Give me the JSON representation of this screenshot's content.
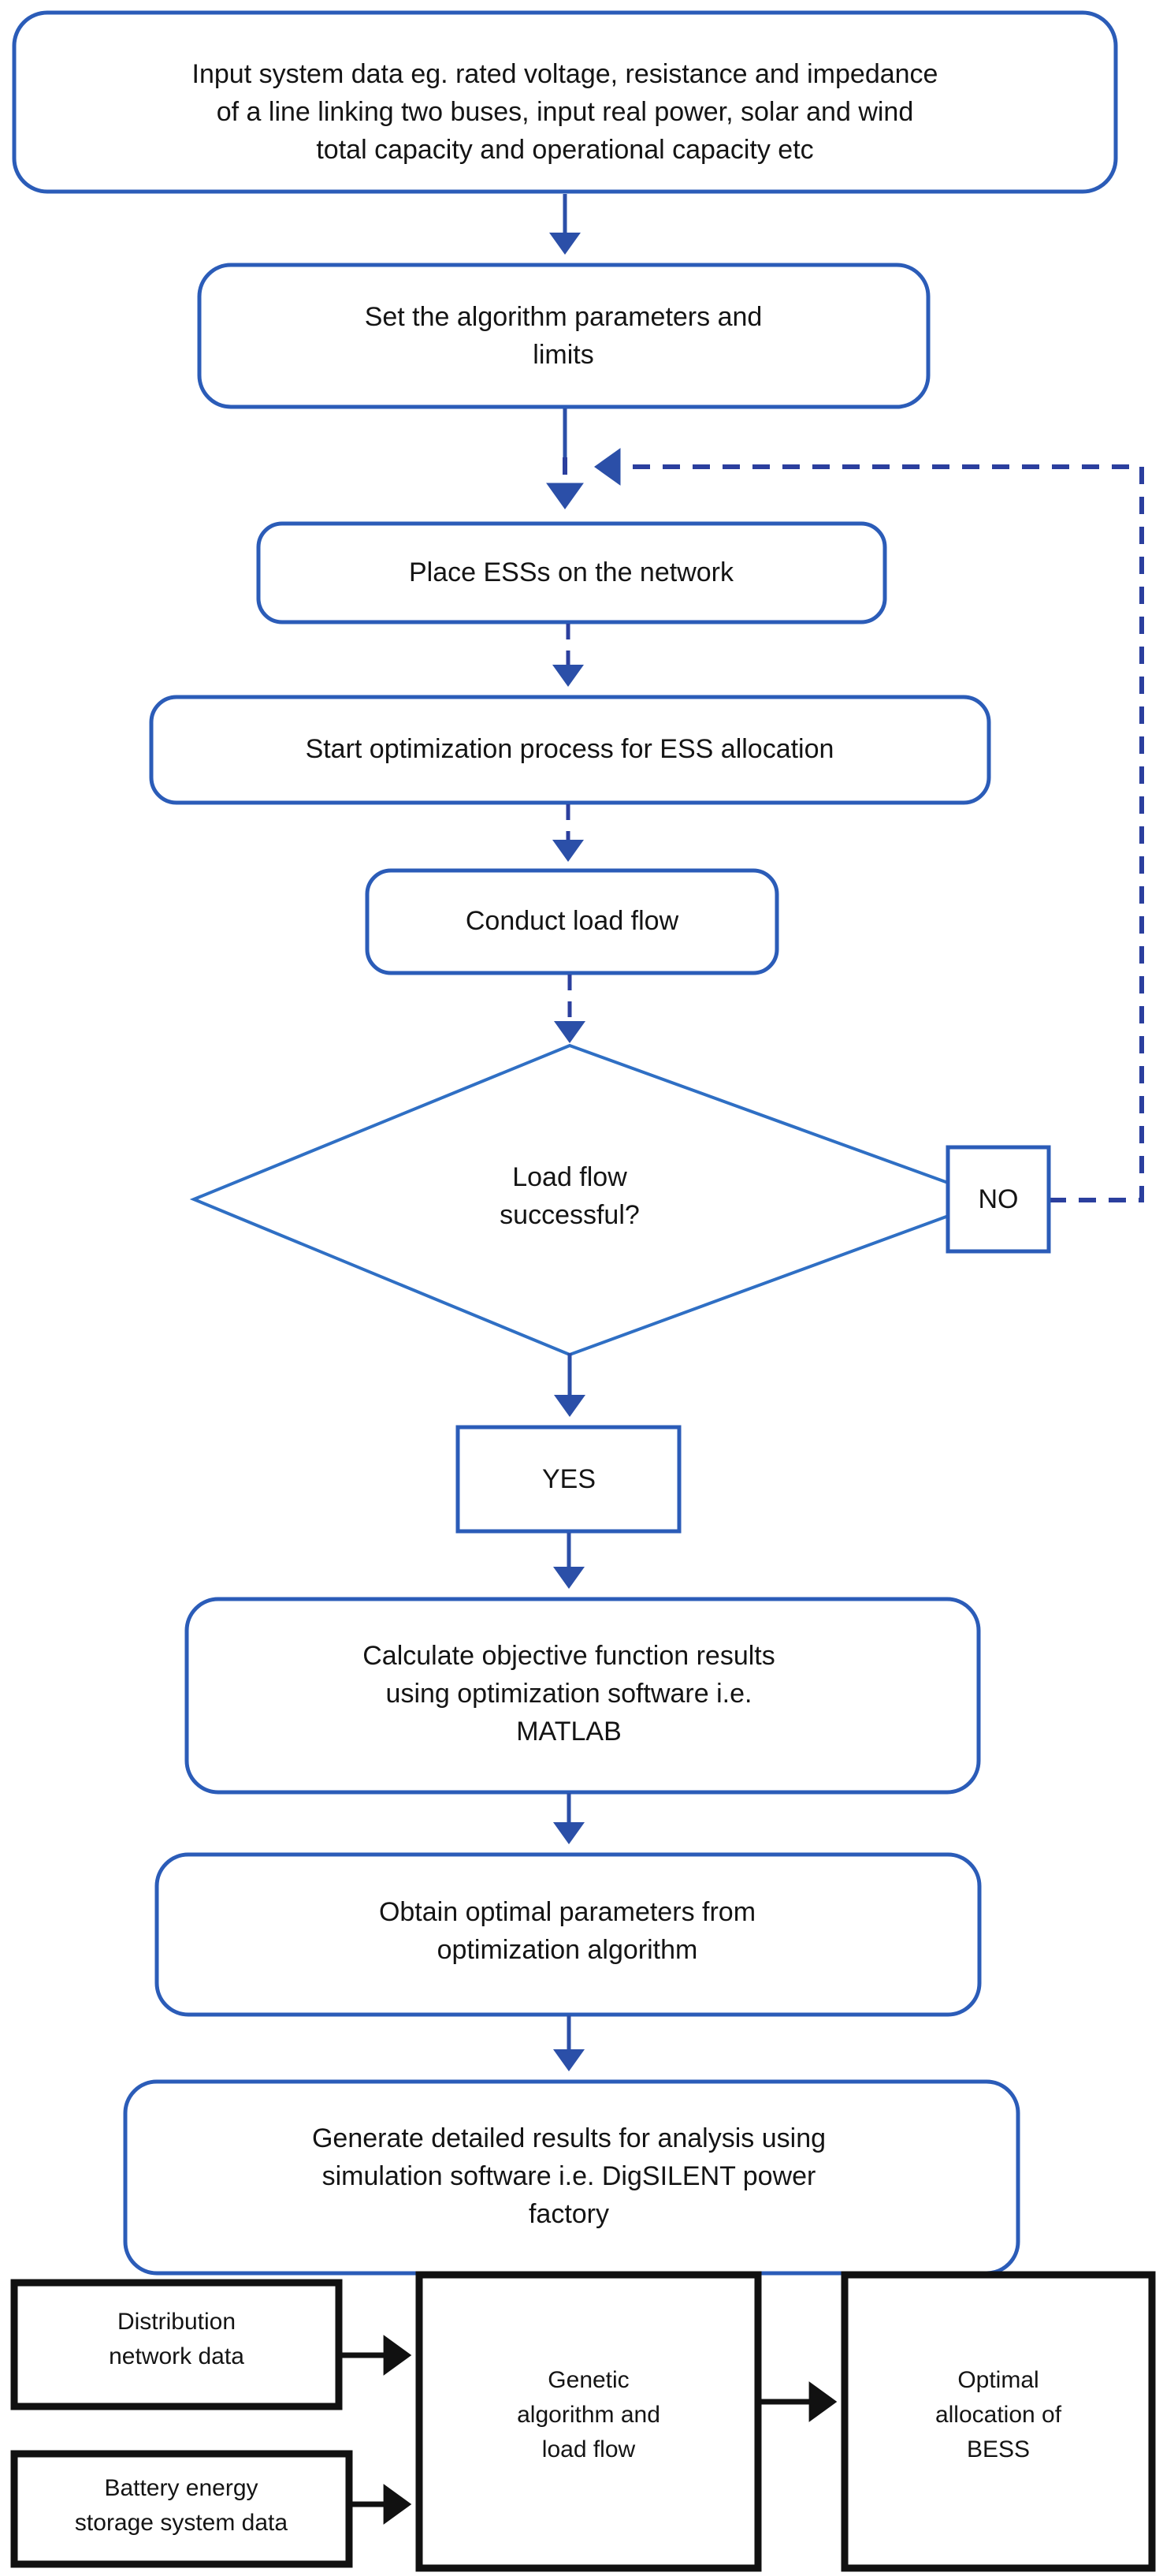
{
  "diagram": {
    "title": "Flowchart for optimal allocation of energy storage systems",
    "accent_color": "#2b5cb8",
    "dashed_color": "#2b3f9e",
    "block_color": "#111111",
    "background": "#ffffff"
  },
  "flow_nodes": [
    {
      "id": "input-system-data",
      "shape": "rounded-rect",
      "lines": [
        "Input system data eg. rated voltage, resistance and impedance",
        "of a line linking two buses, input real power, solar and wind",
        "total capacity and operational capacity etc"
      ]
    },
    {
      "id": "set-algorithm-parameters",
      "shape": "rounded-rect",
      "lines": [
        "Set the algorithm parameters and",
        "limits"
      ]
    },
    {
      "id": "place-esss",
      "shape": "rounded-rect",
      "lines": [
        "Place ESSs on the network"
      ]
    },
    {
      "id": "start-optimization",
      "shape": "rounded-rect",
      "lines": [
        "Start optimization process for ESS allocation"
      ]
    },
    {
      "id": "conduct-load-flow",
      "shape": "rounded-rect",
      "lines": [
        "Conduct load flow"
      ]
    },
    {
      "id": "load-flow-decision",
      "shape": "diamond",
      "lines": [
        "Load flow",
        "successful?"
      ]
    },
    {
      "id": "no-branch",
      "shape": "rect",
      "lines": [
        "NO"
      ]
    },
    {
      "id": "yes-branch",
      "shape": "rect",
      "lines": [
        "YES"
      ]
    },
    {
      "id": "calculate-objective-function",
      "shape": "rounded-rect",
      "lines": [
        "Calculate objective function results",
        "using optimization software i.e.",
        "MATLAB"
      ]
    },
    {
      "id": "obtain-optimal-parameters",
      "shape": "rounded-rect",
      "lines": [
        "Obtain optimal parameters from",
        "optimization algorithm"
      ]
    },
    {
      "id": "generate-detailed-results",
      "shape": "rounded-rect",
      "lines": [
        "Generate detailed results for analysis using",
        "simulation software i.e. DigSILENT power",
        "factory"
      ]
    }
  ],
  "block_nodes": [
    {
      "id": "distribution-network-data",
      "lines": [
        "Distribution",
        "network data"
      ]
    },
    {
      "id": "battery-energy-storage-system-data",
      "lines": [
        "Battery energy",
        "storage system data"
      ]
    },
    {
      "id": "genetic-algorithm-and-load-flow",
      "lines": [
        "Genetic",
        "algorithm and",
        "load flow"
      ]
    },
    {
      "id": "optimal-allocation-of-bess",
      "lines": [
        "Optimal",
        "allocation of",
        "BESS"
      ]
    }
  ],
  "edges": [
    {
      "id": "e1",
      "from": "input-system-data",
      "to": "set-algorithm-parameters",
      "style": "solid"
    },
    {
      "id": "e2",
      "from": "set-algorithm-parameters",
      "to": "place-esss",
      "style": "dashed"
    },
    {
      "id": "e3",
      "from": "place-esss",
      "to": "start-optimization",
      "style": "dashed"
    },
    {
      "id": "e4",
      "from": "start-optimization",
      "to": "conduct-load-flow",
      "style": "dashed"
    },
    {
      "id": "e5",
      "from": "conduct-load-flow",
      "to": "load-flow-decision",
      "style": "dashed"
    },
    {
      "id": "e6",
      "from": "load-flow-decision",
      "to": "no-branch",
      "style": "dashed",
      "label": "NO"
    },
    {
      "id": "e7",
      "from": "no-branch",
      "to": "place-esss",
      "style": "dashed",
      "note": "feedback loop"
    },
    {
      "id": "e8",
      "from": "load-flow-decision",
      "to": "yes-branch",
      "style": "solid",
      "label": "YES"
    },
    {
      "id": "e9",
      "from": "yes-branch",
      "to": "calculate-objective-function",
      "style": "solid"
    },
    {
      "id": "e10",
      "from": "calculate-objective-function",
      "to": "obtain-optimal-parameters",
      "style": "solid"
    },
    {
      "id": "e11",
      "from": "obtain-optimal-parameters",
      "to": "generate-detailed-results",
      "style": "solid"
    },
    {
      "id": "e12",
      "from": "distribution-network-data",
      "to": "genetic-algorithm-and-load-flow",
      "style": "solid-black"
    },
    {
      "id": "e13",
      "from": "battery-energy-storage-system-data",
      "to": "genetic-algorithm-and-load-flow",
      "style": "solid-black"
    },
    {
      "id": "e14",
      "from": "genetic-algorithm-and-load-flow",
      "to": "optimal-allocation-of-bess",
      "style": "solid-black"
    }
  ]
}
